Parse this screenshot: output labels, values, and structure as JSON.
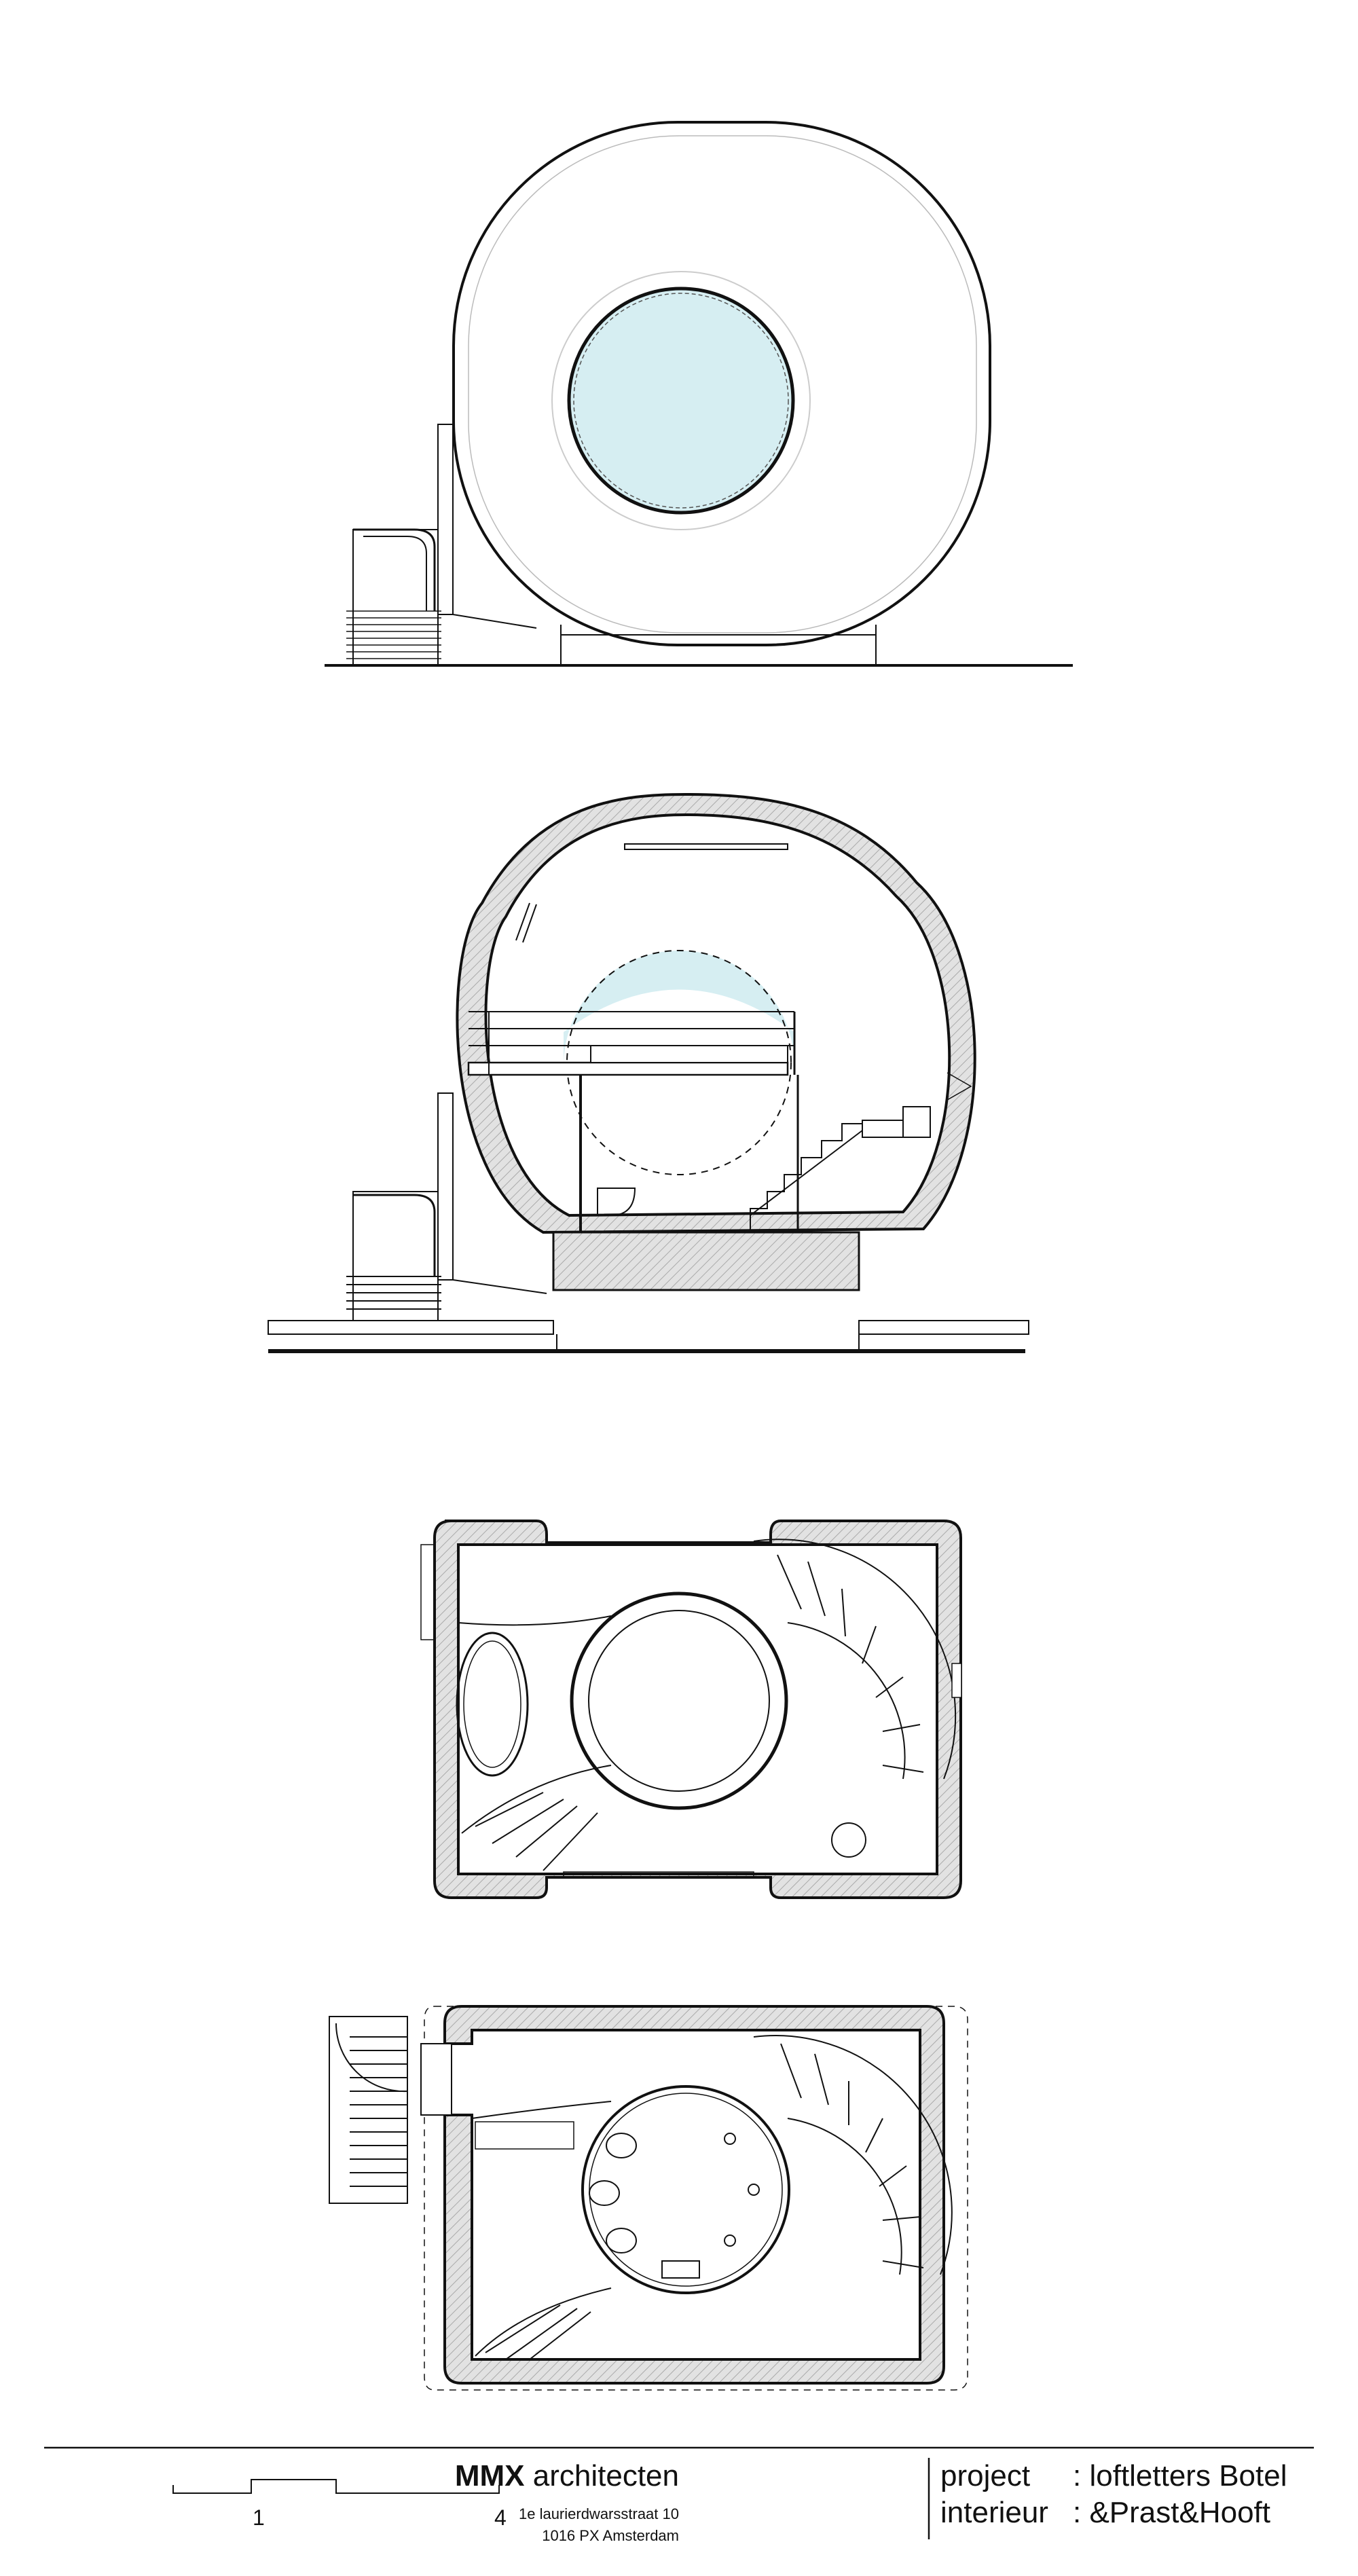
{
  "title_block": {
    "firm_bold": "MMX",
    "firm_rest": " architecten",
    "address_line1": "1e laurierdwarsstraat 10",
    "address_line2": "1016 PX Amsterdam",
    "project_label": "project",
    "project_value": ": loftletters Botel",
    "interior_label": "interieur",
    "interior_value": ": &Prast&Hooft"
  },
  "scale_bar": {
    "label_start": "1",
    "label_end": "4"
  },
  "colors": {
    "line": "#111111",
    "glass": "#d6eef2",
    "wall_hatch": "#d9d9d9"
  },
  "drawings": [
    "elevation",
    "section",
    "upper-floor-plan",
    "ground-floor-plan"
  ]
}
